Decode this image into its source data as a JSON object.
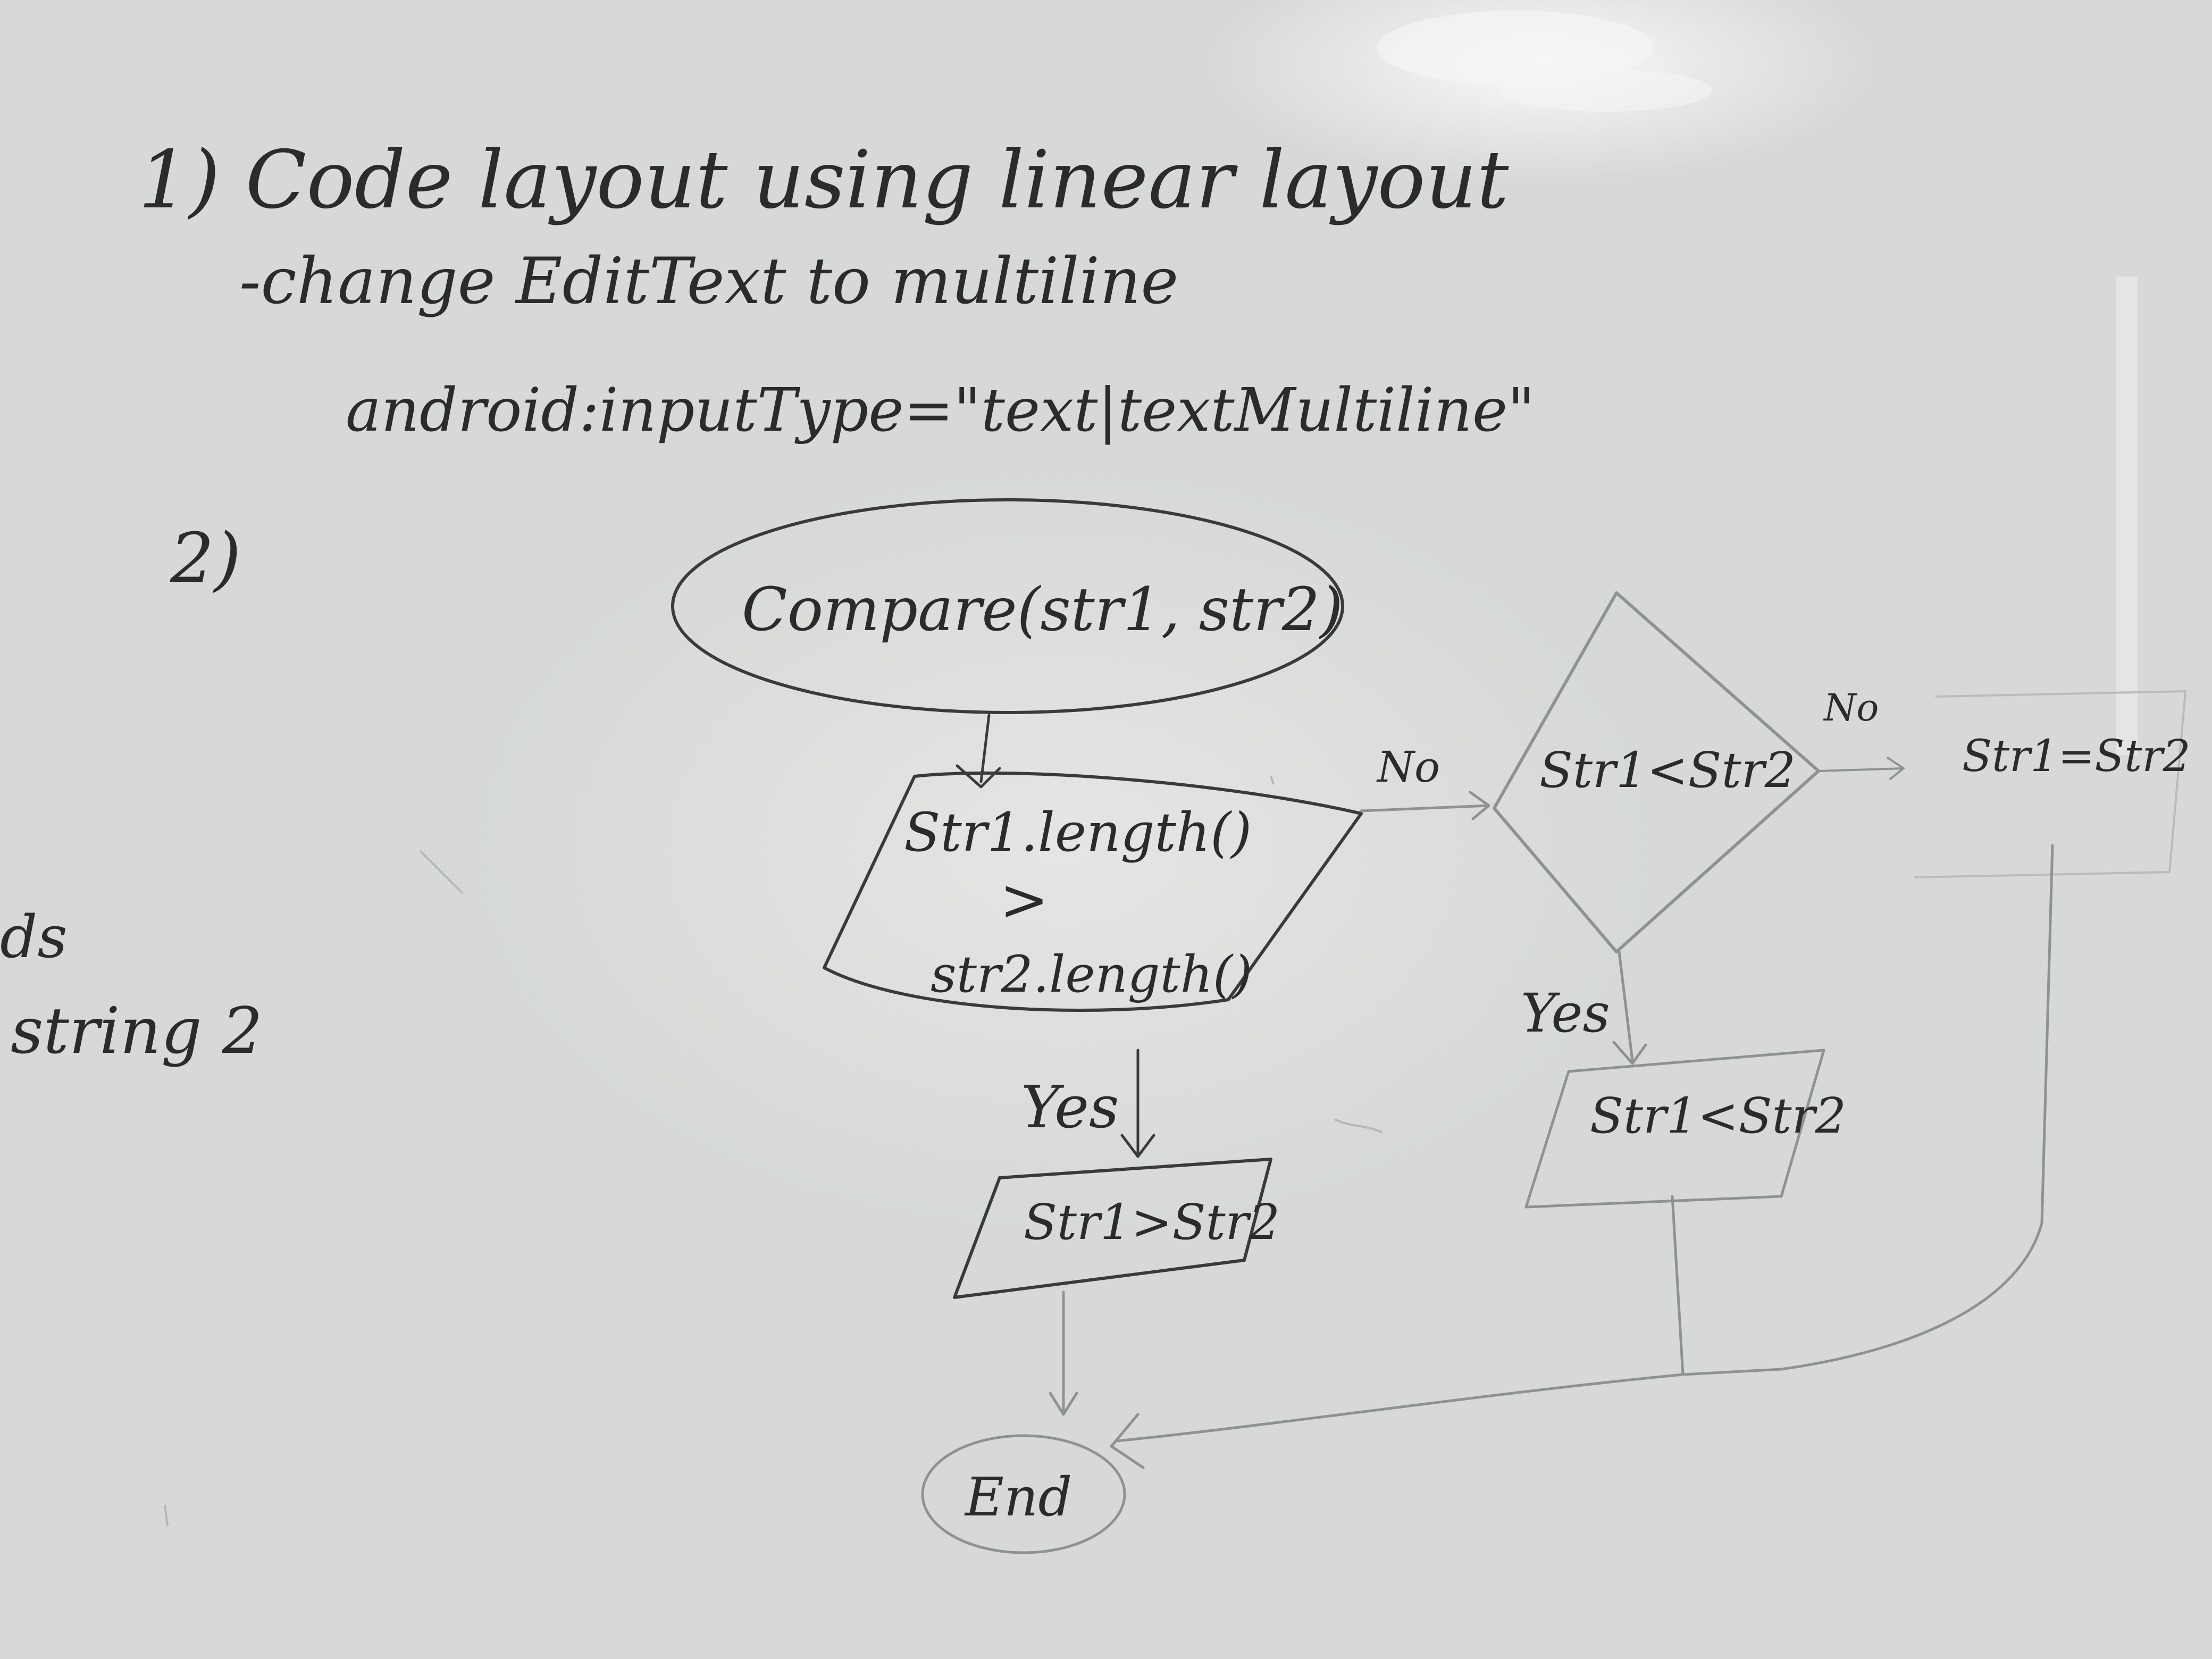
{
  "notes": {
    "line1": "1) Code layout using linear layout",
    "line2": "-change EditText to multiline",
    "line3": "android:inputType=\"text|textMultiline\"",
    "item2": "2)",
    "margin_fragment_1": "ds",
    "margin_fragment_2": "string 2"
  },
  "flowchart": {
    "start": "Compare(str1, str2)",
    "decision1_line1": "Str1.length()",
    "decision1_op": ">",
    "decision1_line2": "str2.length()",
    "decision2": "Str1<Str2",
    "result_greater": "Str1>Str2",
    "result_less": "Str1<Str2",
    "result_equal": "Str1=Str2",
    "end": "End",
    "label_no_1": "No",
    "label_no_2": "No",
    "label_yes_1": "Yes",
    "label_yes_2": "Yes"
  }
}
